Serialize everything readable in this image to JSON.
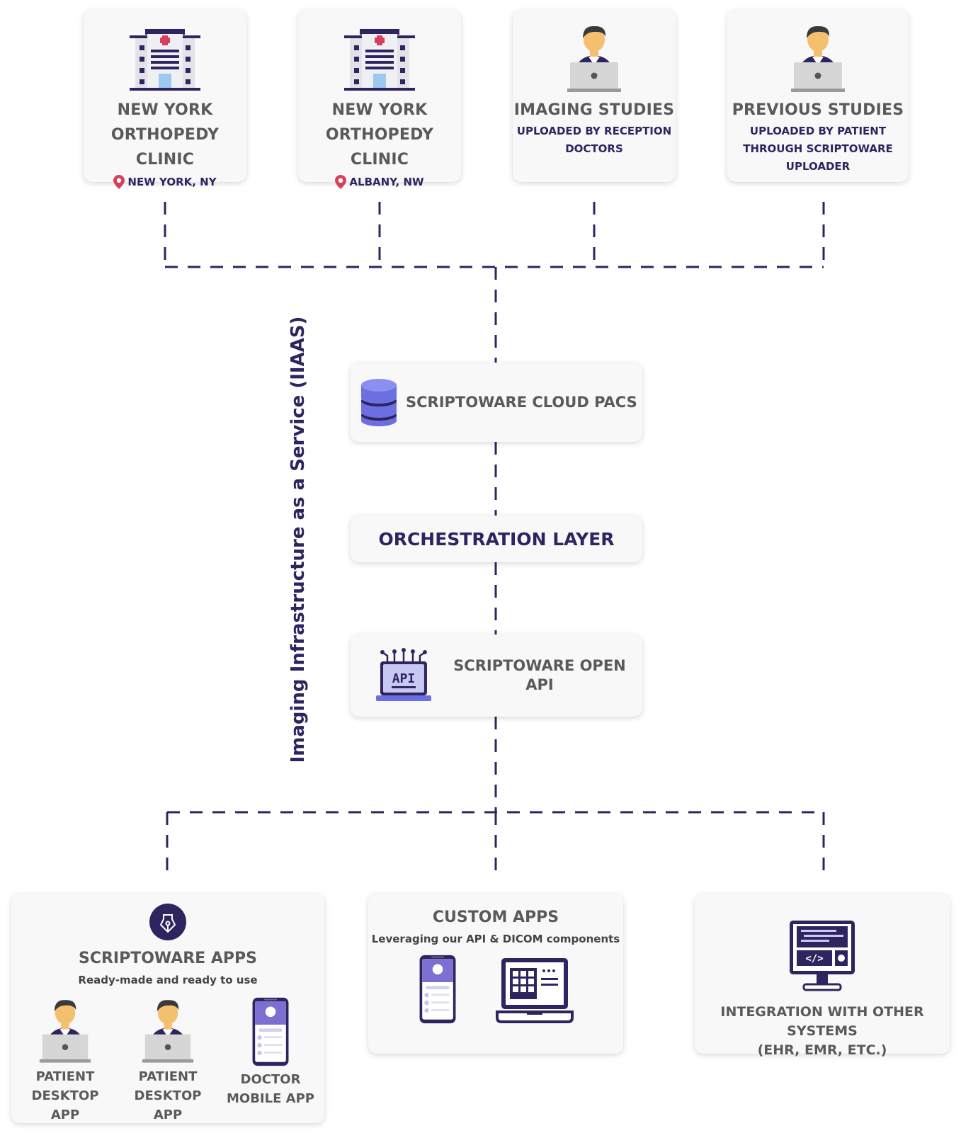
{
  "sources": [
    {
      "icon": "hospital-icon",
      "title1": "NEW YORK",
      "title2": "ORTHOPEDY CLINIC",
      "location": "NEW YORK, NY"
    },
    {
      "icon": "hospital-icon",
      "title1": "NEW YORK",
      "title2": "ORTHOPEDY CLINIC",
      "location": "ALBANY, NW"
    },
    {
      "icon": "person-laptop-icon",
      "title": "IMAGING STUDIES",
      "sub1": "UPLOADED BY RECEPTION",
      "sub2": "DOCTORS"
    },
    {
      "icon": "person-laptop-icon",
      "title": "PREVIOUS STUDIES",
      "sub1": "UPLOADED BY PATIENT",
      "sub2": "THROUGH SCRIPTOWARE",
      "sub3": "UPLOADER"
    }
  ],
  "vertical_label": "Imaging Infrastructure as a Service (IIAAS)",
  "stack": {
    "pacs": {
      "icon": "database-icon",
      "label": "SCRIPTOWARE CLOUD PACS"
    },
    "orchestration": {
      "label": "ORCHESTRATION LAYER"
    },
    "api": {
      "icon": "api-laptop-icon",
      "label": "SCRIPTOWARE OPEN API"
    }
  },
  "outputs": {
    "apps": {
      "icon": "pen-nib-icon",
      "title": "SCRIPTOWARE APPS",
      "subtitle": "Ready-made and ready to use",
      "items": [
        {
          "icon": "person-laptop-icon",
          "line1": "PATIENT",
          "line2": "DESKTOP APP"
        },
        {
          "icon": "person-laptop-icon",
          "line1": "PATIENT",
          "line2": "DESKTOP APP"
        },
        {
          "icon": "mobile-phone-icon",
          "line1": "DOCTOR",
          "line2": "MOBILE APP"
        }
      ]
    },
    "custom": {
      "title": "CUSTOM APPS",
      "subtitle": "Leveraging our API & DICOM components"
    },
    "integration": {
      "icon": "monitor-code-icon",
      "line1": "INTEGRATION WITH OTHER SYSTEMS",
      "line2": "(EHR, EMR, ETC.)"
    }
  },
  "colors": {
    "navy": "#2f2460",
    "purple": "#6b5fc9",
    "pin": "#d6405a",
    "text_gray": "#5a5a5a",
    "card_bg": "#f8f8f9"
  }
}
